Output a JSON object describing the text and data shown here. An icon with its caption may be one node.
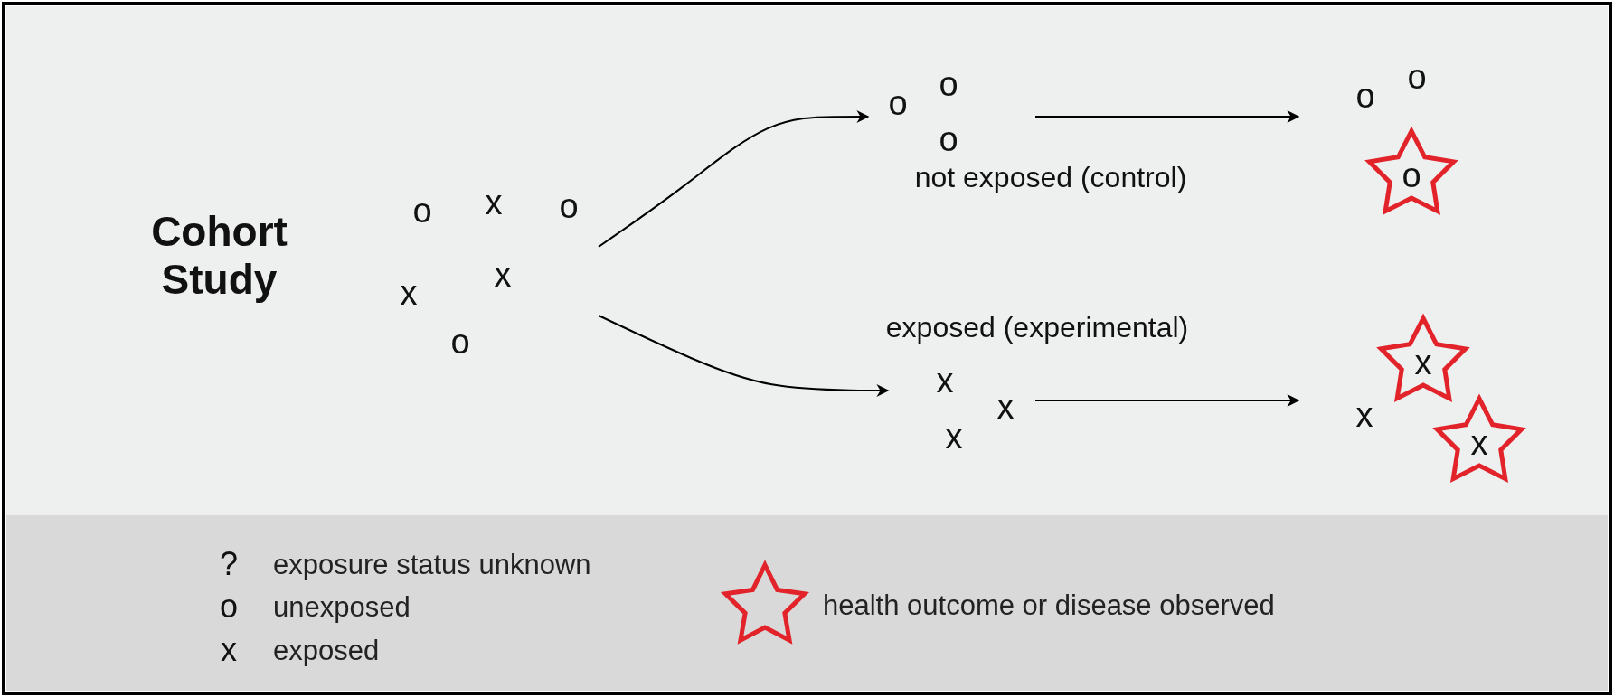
{
  "diagram": {
    "title": "Cohort Study",
    "nodes": [
      {
        "text": [
          "o",
          "x",
          "o",
          "x",
          "x",
          "o"
        ]
      },
      {
        "text": [
          "o",
          "o",
          "o"
        ],
        "beside": [
          "not exposed (control)"
        ]
      },
      {
        "text": [
          "o",
          "o"
        ]
      },
      {
        "text": [
          "o"
        ],
        "in": 2
      },
      {
        "text": [
          "x",
          "x",
          "x"
        ],
        "beside": [
          "exposed (experimental)"
        ]
      },
      {
        "text": [
          "x"
        ]
      },
      {
        "text": [
          "x"
        ],
        "in": 5
      },
      {
        "text": [
          "x"
        ],
        "in": 5
      }
    ],
    "edges": [
      {
        "from": 0,
        "to": 1,
        "arrow": "to"
      },
      {
        "from": 0,
        "to": 4,
        "arrow": "to"
      },
      {
        "from": 1,
        "to": 2,
        "arrow": "to"
      },
      {
        "from": 4,
        "to": 5,
        "arrow": "to"
      }
    ],
    "labels": [
      "?",
      "o",
      "x"
    ],
    "legend": [
      {
        "text": "exposure status unknown"
      },
      {
        "text": "unexposed"
      },
      {
        "text": "exposed"
      },
      {
        "text": "health outcome or disease observed"
      }
    ]
  }
}
